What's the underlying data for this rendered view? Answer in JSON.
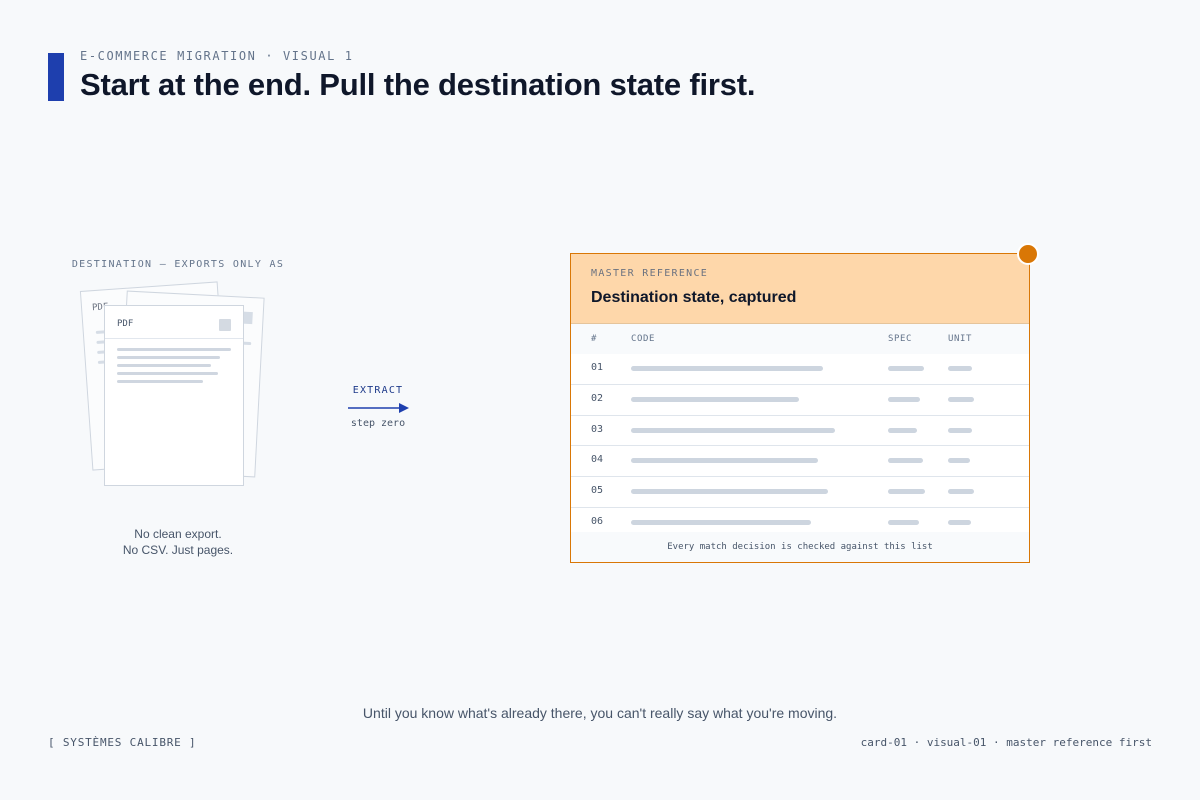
{
  "header": {
    "eyebrow": "E-COMMERCE MIGRATION · VISUAL 1",
    "title": "Start at the end. Pull the destination state first."
  },
  "destination": {
    "label": "DESTINATION — EXPORTS ONLY AS",
    "doc_tag": "PDF",
    "caption_line1": "No clean export.",
    "caption_line2": "No CSV. Just pages."
  },
  "arrow": {
    "label": "EXTRACT",
    "sublabel": "step zero"
  },
  "master": {
    "kicker": "MASTER REFERENCE",
    "title": "Destination state, captured",
    "columns": {
      "num": "#",
      "code": "CODE",
      "spec": "SPEC",
      "unit": "UNIT"
    },
    "rows": [
      {
        "num": "01",
        "code_fill": 0.8,
        "spec_fill": 0.72,
        "unit_fill": 0.5
      },
      {
        "num": "02",
        "code_fill": 0.7,
        "spec_fill": 0.64,
        "unit_fill": 0.55
      },
      {
        "num": "03",
        "code_fill": 0.85,
        "spec_fill": 0.58,
        "unit_fill": 0.5
      },
      {
        "num": "04",
        "code_fill": 0.78,
        "spec_fill": 0.7,
        "unit_fill": 0.45
      },
      {
        "num": "05",
        "code_fill": 0.82,
        "spec_fill": 0.74,
        "unit_fill": 0.55
      },
      {
        "num": "06",
        "code_fill": 0.75,
        "spec_fill": 0.62,
        "unit_fill": 0.48
      }
    ],
    "footer": "Every match decision is checked against this list"
  },
  "footer": {
    "tagline": "Until you know what's already there, you can't really say what you're moving.",
    "brand": "[ SYSTÈMES CALIBRE ]",
    "card_ref": "card-01 · visual-01 · master reference first"
  },
  "colors": {
    "accent_blue": "#1e3fae",
    "accent_orange": "#d97706",
    "card_header": "#fed7aa"
  }
}
